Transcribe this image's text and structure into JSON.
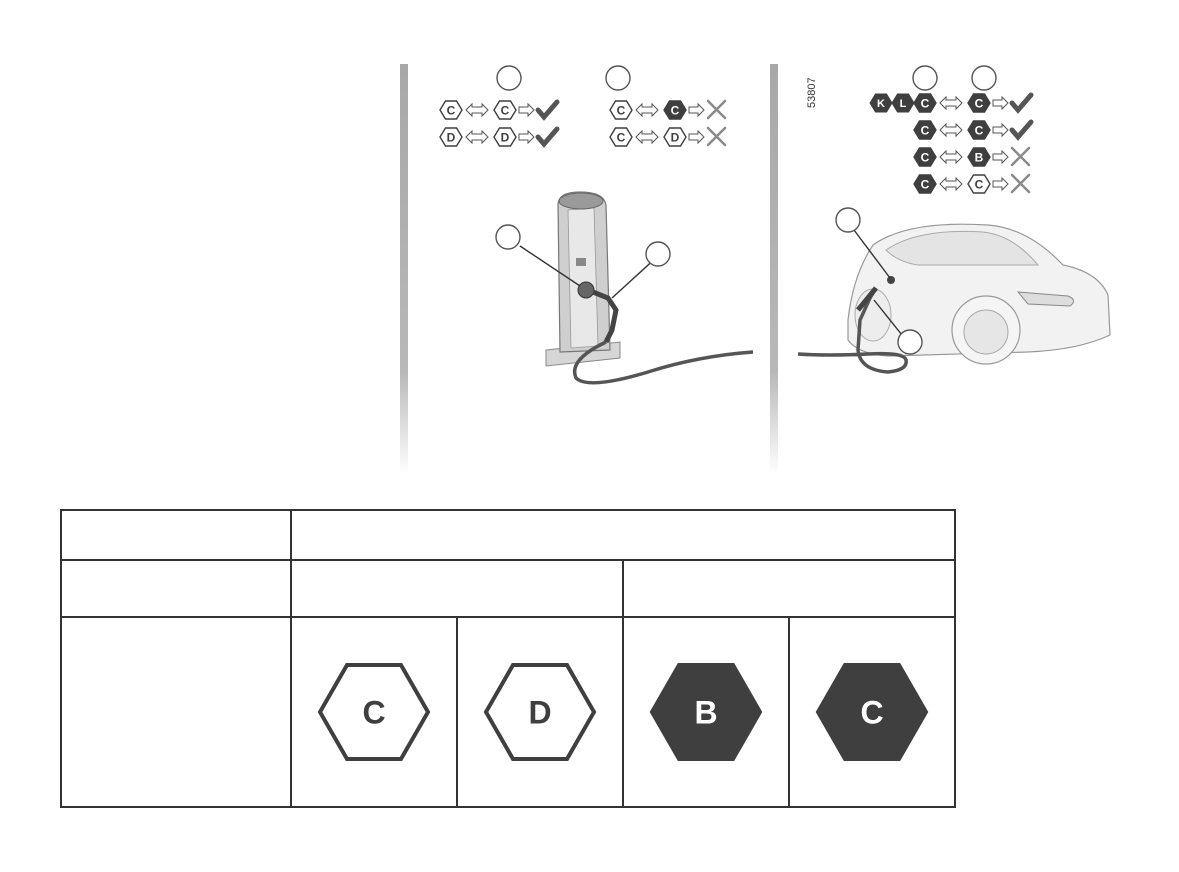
{
  "figure_number": "53807",
  "left_panel": {
    "callouts": [
      "",
      "",
      "",
      ""
    ],
    "compat_rows": [
      {
        "from": "C",
        "from_style": "outline",
        "to": "C",
        "to_style": "outline",
        "result": "check"
      },
      {
        "from": "D",
        "from_style": "outline",
        "to": "D",
        "to_style": "outline",
        "result": "check"
      },
      {
        "from": "C",
        "from_style": "outline",
        "to": "C",
        "to_style": "filled",
        "result": "cross"
      },
      {
        "from": "C",
        "from_style": "outline",
        "to": "D",
        "to_style": "outline",
        "result": "cross"
      }
    ]
  },
  "right_panel": {
    "callouts": [
      "",
      "",
      "",
      ""
    ],
    "compat_rows": [
      {
        "prefix": [
          "K",
          "L"
        ],
        "from": "C",
        "from_style": "filled",
        "to": "C",
        "to_style": "filled",
        "result": "check"
      },
      {
        "from": "C",
        "from_style": "filled",
        "to": "C",
        "to_style": "filled",
        "result": "check"
      },
      {
        "from": "C",
        "from_style": "filled",
        "to": "B",
        "to_style": "filled",
        "result": "cross"
      },
      {
        "from": "C",
        "from_style": "filled",
        "to": "C",
        "to_style": "outline",
        "result": "cross"
      }
    ]
  },
  "table": {
    "header_row_1": [
      "",
      ""
    ],
    "header_row_2": [
      "",
      "",
      ""
    ],
    "symbols": [
      {
        "letter": "C",
        "style": "outline"
      },
      {
        "letter": "D",
        "style": "outline"
      },
      {
        "letter": "B",
        "style": "filled"
      },
      {
        "letter": "C",
        "style": "filled"
      }
    ]
  },
  "colors": {
    "dark": "#3f3f3f",
    "line": "#333333",
    "check": "#555555",
    "cross": "#8a8a8a",
    "divider": "#b3b3b3"
  }
}
